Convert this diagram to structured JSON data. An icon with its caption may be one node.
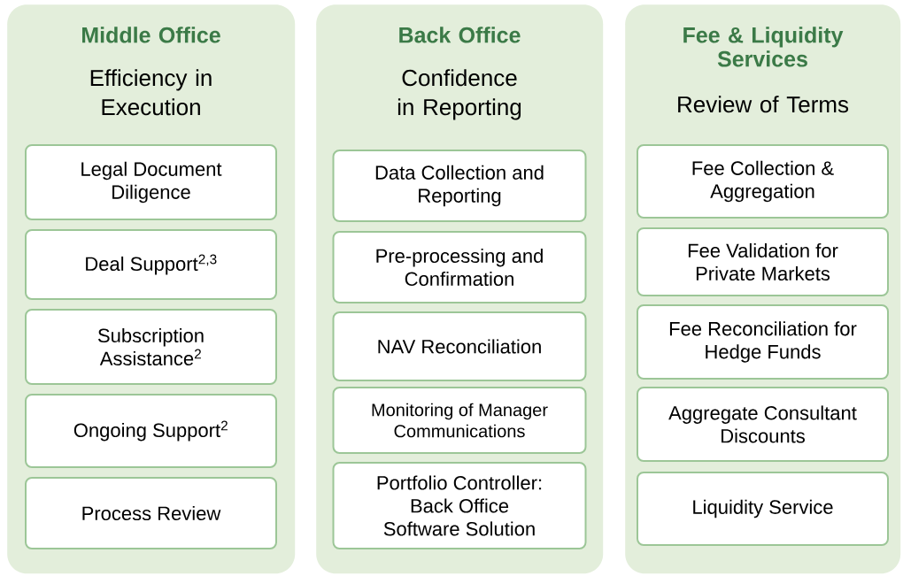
{
  "diagram": {
    "nodes": [
      {
        "text": [
          "Middle Office",
          "Efficiency in Execution"
        ]
      },
      {
        "text": [
          "Legal Document Diligence"
        ],
        "in": 0
      },
      {
        "text": [
          "Deal Support$^{2,3}$"
        ],
        "in": 0
      },
      {
        "text": [
          "Subscription Assistance$^{2}$"
        ],
        "in": 0
      },
      {
        "text": [
          "Ongoing Support$^{2}$"
        ],
        "in": 0
      },
      {
        "text": [
          "Process Review"
        ],
        "in": 0
      },
      {
        "text": [
          "Back Office",
          "Confidence in Reporting"
        ]
      },
      {
        "text": [
          "Data Collection and Reporting"
        ],
        "in": 6
      },
      {
        "text": [
          "Pre-processing and Confirmation"
        ],
        "in": 6
      },
      {
        "text": [
          "NAV Reconciliation"
        ],
        "in": 6
      },
      {
        "text": [
          "Monitoring of Manager Communications"
        ],
        "in": 6
      },
      {
        "text": [
          "Portfolio Controller: Back Office Software Solution"
        ],
        "in": 6
      },
      {
        "text": [
          "Fee & Liquidity Services",
          "Review of Terms"
        ]
      },
      {
        "text": [
          "Fee Collection & Aggregation"
        ],
        "in": 12
      },
      {
        "text": [
          "Fee Validation for Private Markets"
        ],
        "in": 12
      },
      {
        "text": [
          "Fee Reconciliation for Hedge Funds"
        ],
        "in": 12
      },
      {
        "text": [
          "Aggregate Consultant Discounts"
        ],
        "in": 12
      },
      {
        "text": [
          "Liquidity Service"
        ],
        "in": 12
      }
    ]
  }
}
